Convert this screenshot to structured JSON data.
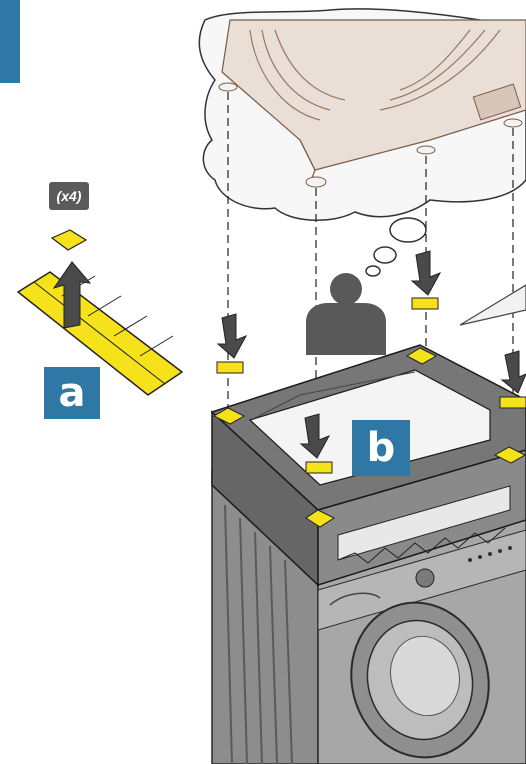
{
  "quantity_badge": "(x4)",
  "step_a": "a",
  "step_b": "b",
  "colors": {
    "accent_blue": "#2f78a6",
    "pad_yellow": "#f5e21b",
    "metal_gray": "#8a8a8a",
    "dark_gray": "#4a4a4a",
    "outline": "#1a1a1a"
  },
  "icons": [
    "up-arrow-icon",
    "down-arrow-icon",
    "person-icon",
    "thought-bubble",
    "adhesive-pad-sheet",
    "washing-machine",
    "pedestal-frame"
  ]
}
